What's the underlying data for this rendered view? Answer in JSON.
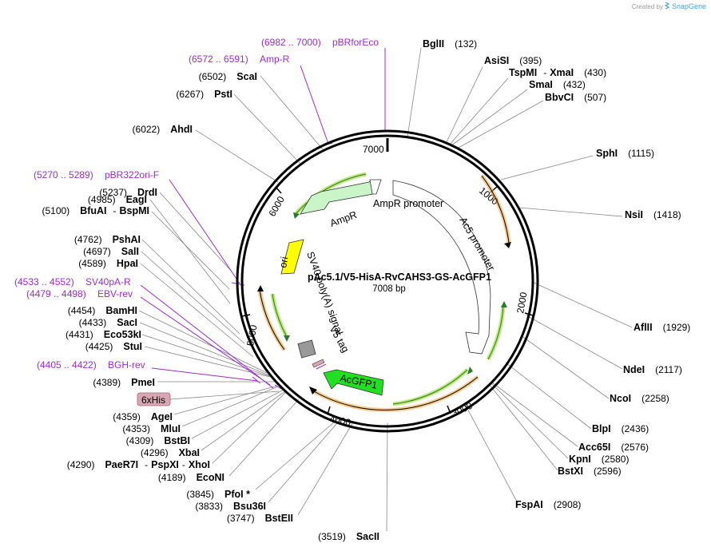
{
  "credit": {
    "text": "Created by",
    "brand": "SnapGene"
  },
  "plasmid": {
    "name": "pAc5.1/V5-HisA-RvCAHS3-GS-AcGFP1",
    "size": "7008 bp"
  },
  "ticks": [
    "1000",
    "2000",
    "3000",
    "4000",
    "5000",
    "6000",
    "7000"
  ],
  "features": {
    "ampr_promoter": "AmpR promoter",
    "ac5_promoter": "Ac5 promoter",
    "ampr": "AmpR",
    "ori": "ori",
    "sv40": "SV40 poly(A) signal",
    "v5": "V5 tag",
    "acgfp1": "AcGFP1",
    "his_tag": "6xHis"
  },
  "sites": [
    {
      "name": "BglII",
      "pos": "(132)"
    },
    {
      "name": "AsiSI",
      "pos": "(395)"
    },
    {
      "name": "TspMI",
      "sep": "-",
      "name2": "XmaI",
      "pos": "(430)"
    },
    {
      "name": "SmaI",
      "pos": "(432)"
    },
    {
      "name": "BbvCI",
      "pos": "(507)"
    },
    {
      "name": "SphI",
      "pos": "(1115)"
    },
    {
      "name": "NsiI",
      "pos": "(1418)"
    },
    {
      "name": "AflII",
      "pos": "(1929)"
    },
    {
      "name": "NdeI",
      "pos": "(2117)"
    },
    {
      "name": "NcoI",
      "pos": "(2258)"
    },
    {
      "name": "BlpI",
      "pos": "(2436)"
    },
    {
      "name": "Acc65I",
      "pos": "(2576)"
    },
    {
      "name": "KpnI",
      "pos": "(2580)"
    },
    {
      "name": "BstXI",
      "pos": "(2596)"
    },
    {
      "name": "FspAI",
      "pos": "(2908)"
    },
    {
      "name": "SacII",
      "pos": "(3519)"
    },
    {
      "name": "BstEII",
      "pos": "(3747)"
    },
    {
      "name": "Bsu36I",
      "pos": "(3833)"
    },
    {
      "name": "PfoI *",
      "pos": "(3845)"
    },
    {
      "name": "EcoNI",
      "pos": "(4189)"
    },
    {
      "name": "PaeR7I",
      "sep": "-",
      "name2": "PspXI",
      "sep2": "-",
      "name3": "XhoI",
      "pos": "(4290)"
    },
    {
      "name": "XbaI",
      "pos": "(4296)"
    },
    {
      "name": "BstBI",
      "pos": "(4309)"
    },
    {
      "name": "MluI",
      "pos": "(4353)"
    },
    {
      "name": "AgeI",
      "pos": "(4359)"
    },
    {
      "name": "PmeI",
      "pos": "(4389)"
    },
    {
      "name": "StuI",
      "pos": "(4425)"
    },
    {
      "name": "Eco53kI",
      "pos": "(4431)"
    },
    {
      "name": "SacI",
      "pos": "(4433)"
    },
    {
      "name": "BamHI",
      "pos": "(4454)"
    },
    {
      "name": "HpaI",
      "pos": "(4589)"
    },
    {
      "name": "SalI",
      "pos": "(4697)"
    },
    {
      "name": "PshAI",
      "pos": "(4762)"
    },
    {
      "name": "EagI",
      "pos": "(4985)"
    },
    {
      "name": "BfuAI",
      "sep": "-",
      "name2": "BspMI",
      "pos": "(5100)"
    },
    {
      "name": "DrdI",
      "pos": "(5237)"
    },
    {
      "name": "AhdI",
      "pos": "(6022)"
    },
    {
      "name": "PstI",
      "pos": "(6267)"
    },
    {
      "name": "ScaI",
      "pos": "(6502)"
    }
  ],
  "primers": [
    {
      "range": "(6982 .. 7000)",
      "name": "pBRforEco"
    },
    {
      "range": "(6572 .. 6591)",
      "name": "Amp-R"
    },
    {
      "range": "(5270 .. 5289)",
      "name": "pBR322ori-F"
    },
    {
      "range": "(4533 .. 4552)",
      "name": "SV40pA-R"
    },
    {
      "range": "(4479 .. 4498)",
      "name": "EBV-rev"
    },
    {
      "range": "(4405 .. 4422)",
      "name": "BGH-rev"
    }
  ],
  "colors": {
    "primer": "#9b2ec9",
    "ampr": "#c9f5c9",
    "ori": "#ffff00",
    "acgfp1": "#21e021",
    "orange": "#f0a030",
    "his_tag": "#d9a6b3"
  }
}
